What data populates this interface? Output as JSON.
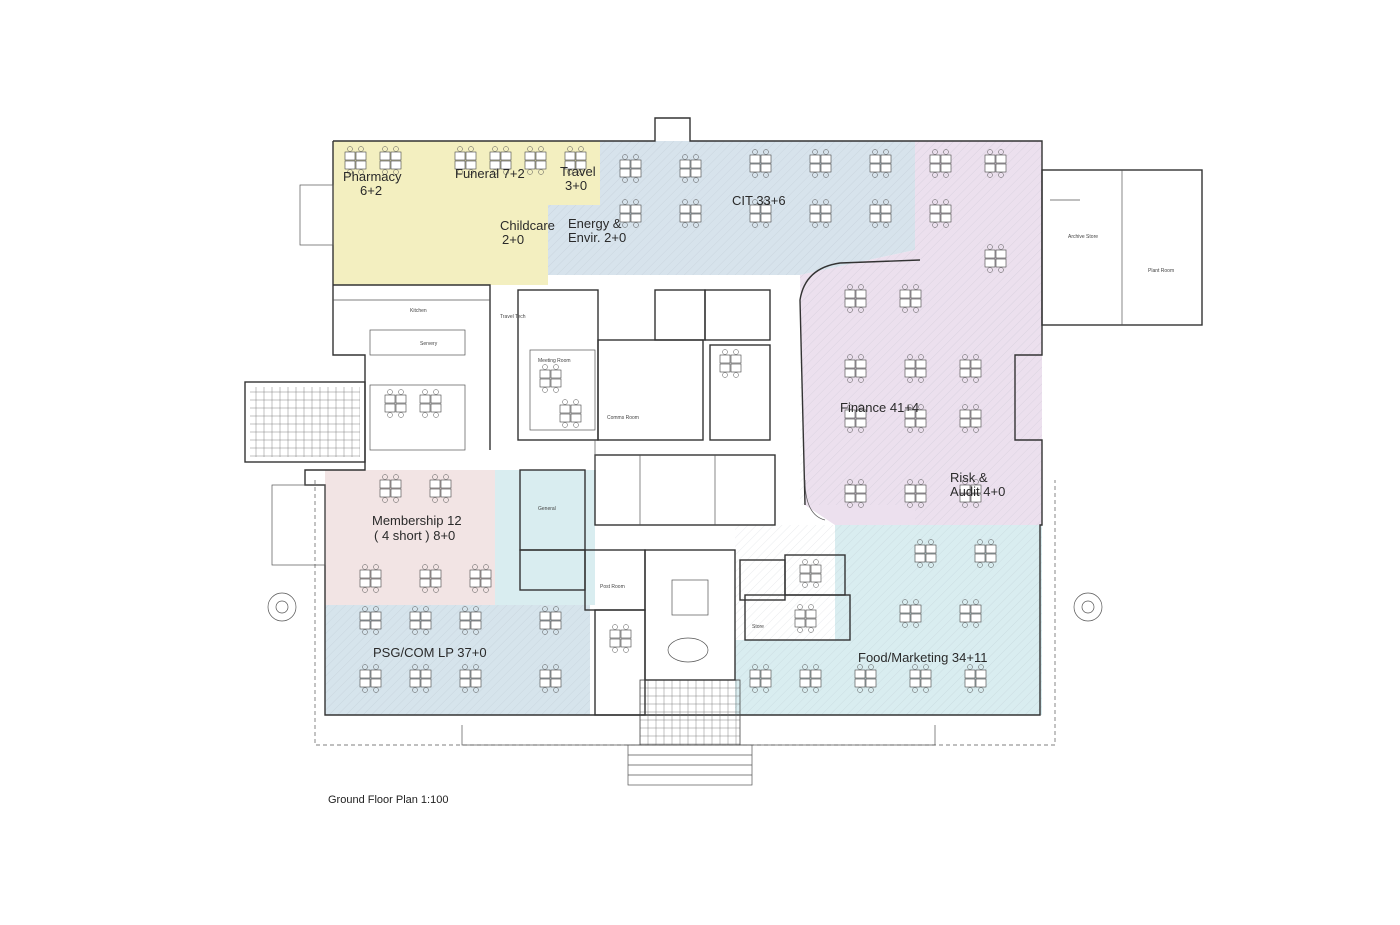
{
  "caption": "Ground Floor Plan 1:100",
  "colors": {
    "yellow_zone": "#f3efc0",
    "blue_zone": "#d7e3ec",
    "lavender_zone": "#ece0ee",
    "pink_zone": "#f2e4e4",
    "cyan_zone": "#d9edf0",
    "wall": "#333333"
  },
  "zones": {
    "pharmacy": {
      "line1": "Pharmacy",
      "line2": "6+2"
    },
    "funeral": {
      "line1": "Funeral 7+2"
    },
    "travel": {
      "line1": "Travel",
      "line2": "3+0"
    },
    "childcare": {
      "line1": "Childcare",
      "line2": "2+0"
    },
    "energy": {
      "line1": "Energy &",
      "line2": "Envir. 2+0"
    },
    "cit": {
      "line1": "CIT 33+6"
    },
    "finance": {
      "line1": "Finance 41+4"
    },
    "risk": {
      "line1": "Risk &",
      "line2": "Audit 4+0"
    },
    "membership": {
      "line1": "Membership 12",
      "line2": "( 4 short ) 8+0"
    },
    "psg": {
      "line1": "PSG/COM LP 37+0"
    },
    "food": {
      "line1": "Food/Marketing  34+11"
    }
  },
  "rooms": {
    "kitchen": "Kitchen",
    "servery": "Servery",
    "meeting_room": "Meeting Room",
    "comms_room": "Comms Room",
    "archive_store": "Archive Store",
    "plant_room": "Plant Room",
    "store": "Store",
    "post_room": "Post Room",
    "general": "General",
    "travel_tech": "Travel Tech"
  }
}
